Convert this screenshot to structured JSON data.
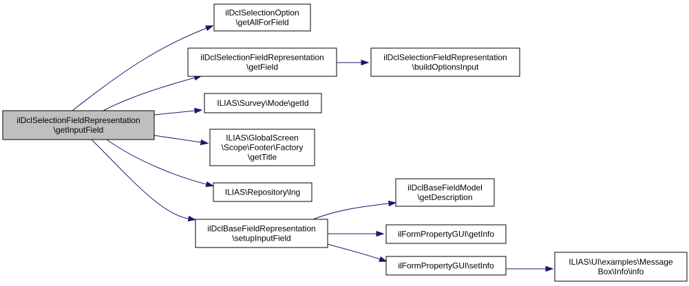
{
  "nodes": [
    {
      "id": "root",
      "lines": [
        "ilDclSelectionFieldRepresentation",
        "\\getInputField"
      ],
      "highlighted": true
    },
    {
      "id": "n1",
      "lines": [
        "ilDclSelectionOption",
        "\\getAllForField"
      ]
    },
    {
      "id": "n2",
      "lines": [
        "ilDclSelectionFieldRepresentation",
        "\\getField"
      ]
    },
    {
      "id": "n3",
      "lines": [
        "ilDclSelectionFieldRepresentation",
        "\\buildOptionsInput"
      ]
    },
    {
      "id": "n4",
      "lines": [
        "ILIAS\\Survey\\Mode\\getId"
      ]
    },
    {
      "id": "n5",
      "lines": [
        "ILIAS\\GlobalScreen",
        "\\Scope\\Footer\\Factory",
        "\\getTitle"
      ]
    },
    {
      "id": "n6",
      "lines": [
        "ILIAS\\Repository\\lng"
      ]
    },
    {
      "id": "n7",
      "lines": [
        "ilDclBaseFieldRepresentation",
        "\\setupInputField"
      ]
    },
    {
      "id": "n8",
      "lines": [
        "ilDclBaseFieldModel",
        "\\getDescription"
      ]
    },
    {
      "id": "n9",
      "lines": [
        "ilFormPropertyGUI\\getInfo"
      ]
    },
    {
      "id": "n10",
      "lines": [
        "ilFormPropertyGUI\\setInfo"
      ]
    },
    {
      "id": "n11",
      "lines": [
        "ILIAS\\UI\\examples\\Message",
        "Box\\Info\\info"
      ]
    }
  ],
  "edges": [
    {
      "from": "root",
      "to": "n1"
    },
    {
      "from": "root",
      "to": "n2"
    },
    {
      "from": "n2",
      "to": "n3"
    },
    {
      "from": "root",
      "to": "n4"
    },
    {
      "from": "root",
      "to": "n5"
    },
    {
      "from": "root",
      "to": "n6"
    },
    {
      "from": "root",
      "to": "n7"
    },
    {
      "from": "n7",
      "to": "n8"
    },
    {
      "from": "n7",
      "to": "n9"
    },
    {
      "from": "n7",
      "to": "n10"
    },
    {
      "from": "n10",
      "to": "n11"
    }
  ],
  "colors": {
    "edge": "#191970",
    "root_fill": "#bfbfbf",
    "node_fill": "#ffffff"
  }
}
